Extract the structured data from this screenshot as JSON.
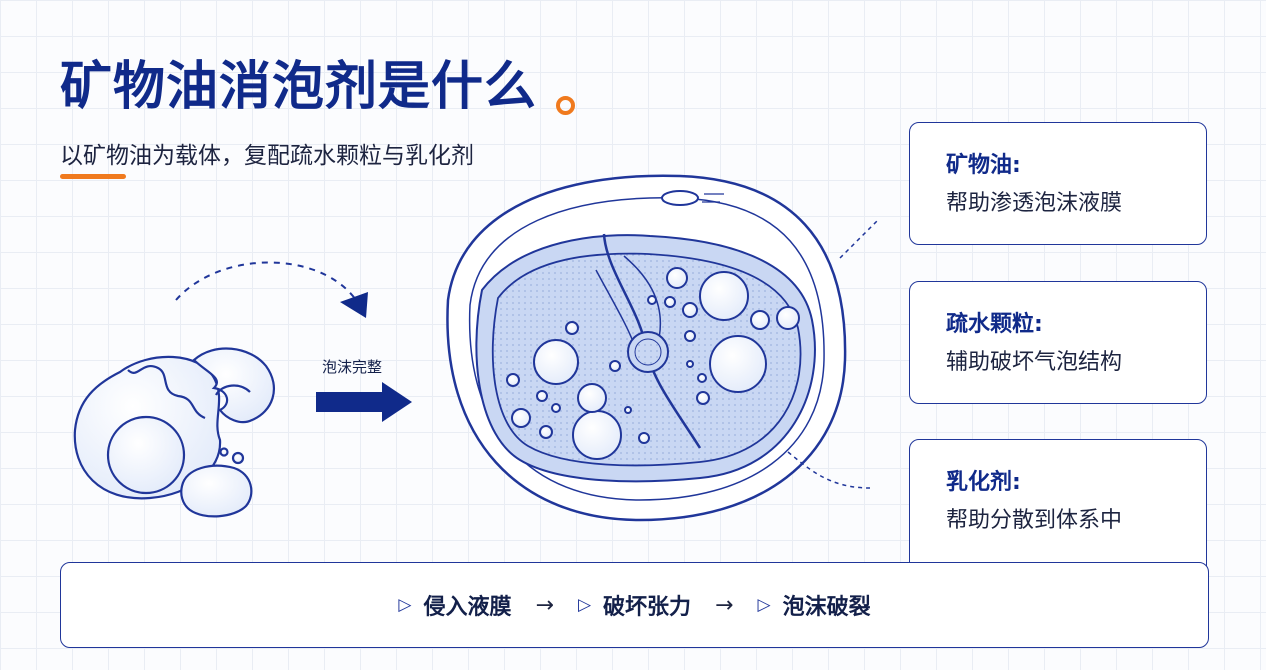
{
  "header": {
    "title": "矿物油消泡剂是什么",
    "subtitle": "以矿物油为载体，复配疏水颗粒与乳化剂"
  },
  "diagram": {
    "foam_label": "泡沫完整"
  },
  "cards": [
    {
      "title": "矿物油:",
      "text": "帮助渗透泡沫液膜"
    },
    {
      "title": "疏水颗粒:",
      "text": "辅助破坏气泡结构"
    },
    {
      "title": "乳化剂:",
      "text": "帮助分散到体系中"
    }
  ],
  "process": {
    "steps": [
      "侵入液膜",
      "破坏张力",
      "泡沫破裂"
    ],
    "arrow": "→"
  },
  "colors": {
    "primary": "#102a8a",
    "line": "#20369a",
    "accent": "#f07a1e",
    "fill": "#c9d7f3"
  }
}
